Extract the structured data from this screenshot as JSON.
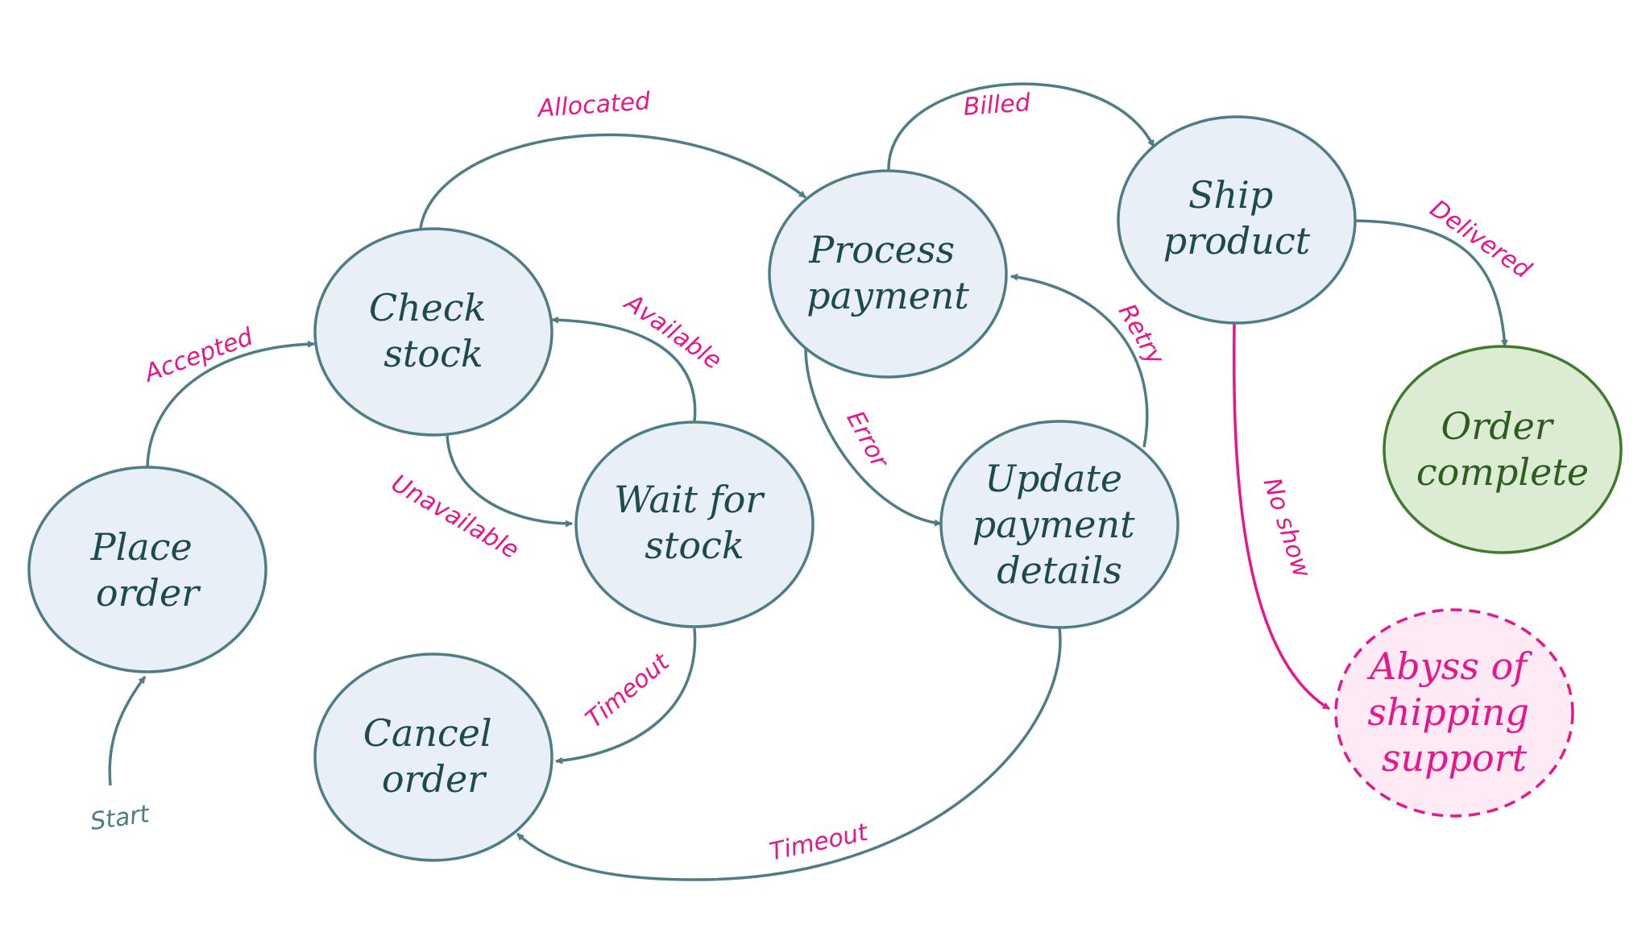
{
  "colors": {
    "node_stroke": "#4e7c87",
    "node_fill": "#e8eff7",
    "edge": "#4e7c87",
    "label": "#e6168d",
    "node_text": "#1e4a4f",
    "start_text": "#4e7c87",
    "complete_stroke": "#3f7a2e",
    "complete_fill": "#dcecd2",
    "complete_text": "#2f5d21",
    "abyss_stroke": "#e6168d",
    "abyss_fill": "#fdeaf5",
    "abyss_text": "#e6168d"
  },
  "states": {
    "place_order": [
      "Place",
      "order"
    ],
    "check_stock": [
      "Check",
      "stock"
    ],
    "wait_for_stock": [
      "Wait for",
      "stock"
    ],
    "cancel_order": [
      "Cancel",
      "order"
    ],
    "process_payment": [
      "Process",
      "payment"
    ],
    "update_payment_details": [
      "Update",
      "payment",
      "details"
    ],
    "ship_product": [
      "Ship",
      "product"
    ],
    "order_complete": [
      "Order",
      "complete"
    ],
    "abyss": [
      "Abyss of",
      "shipping",
      "support"
    ]
  },
  "transitions": {
    "start": "Start",
    "accepted": "Accepted",
    "available": "Available",
    "unavailable": "Unavailable",
    "allocated": "Allocated",
    "timeout_wait": "Timeout",
    "timeout_update": "Timeout",
    "error": "Error",
    "retry": "Retry",
    "billed": "Billed",
    "delivered": "Delivered",
    "no_show": "No show"
  }
}
